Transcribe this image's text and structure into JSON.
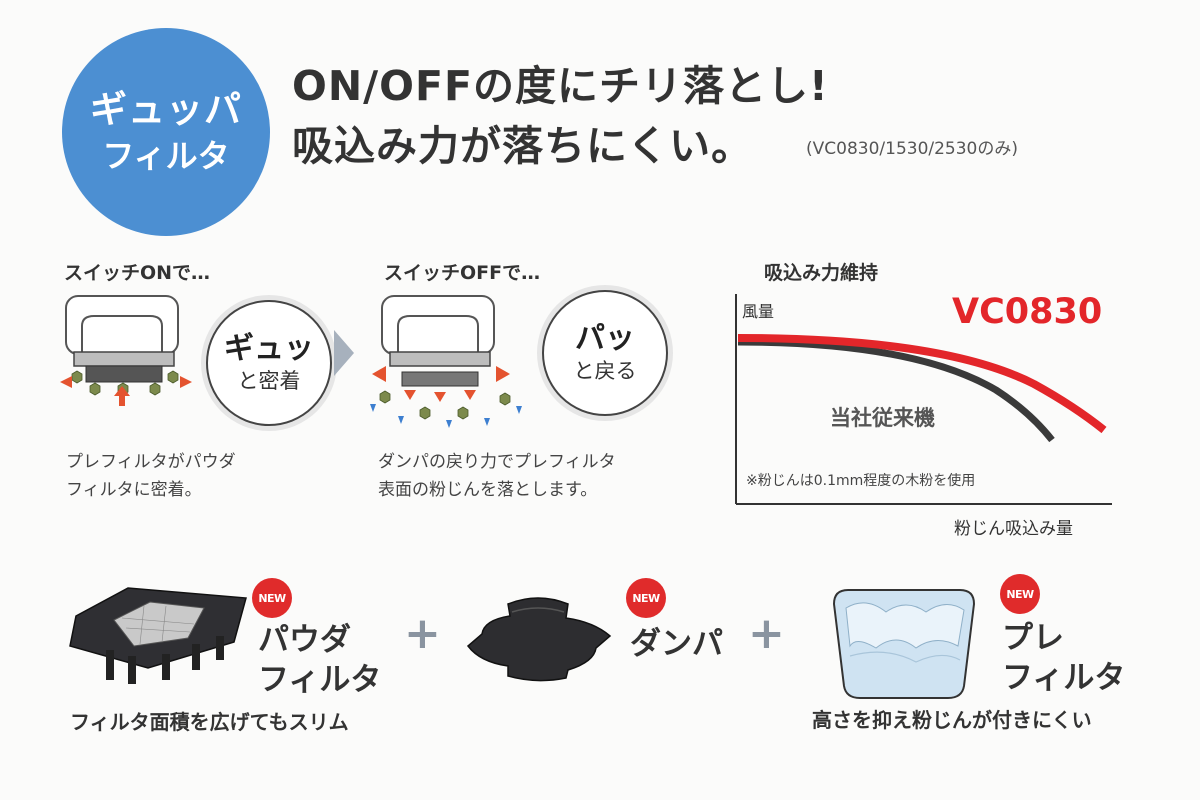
{
  "badge": {
    "line1": "ギュッパ",
    "line2": "フィルタ"
  },
  "headline": {
    "line1": "ON/OFFの度にチリ落とし!",
    "line2": "吸込み力が落ちにくい。",
    "models_note": "(VC0830/1530/2530のみ)"
  },
  "step_on": {
    "title": "スイッチONで…",
    "circle_big": "ギュッ",
    "circle_small": "と密着",
    "desc_line1": "プレフィルタがパウダ",
    "desc_line2": "フィルタに密着。"
  },
  "step_off": {
    "title": "スイッチOFFで…",
    "circle_big": "パッ",
    "circle_small": "と戻る",
    "desc_line1": "ダンパの戻り力でプレフィルタ",
    "desc_line2": "表面の粉じんを落とします。"
  },
  "chart": {
    "title": "吸込み力維持",
    "ylabel": "風量",
    "xlabel": "粉じん吸込み量",
    "series_new": "VC0830",
    "series_old": "当社従来機",
    "note": "※粉じんは0.1mm程度の木粉を使用",
    "colors": {
      "new": "#e3262a",
      "old": "#3a3a3a"
    }
  },
  "parts": {
    "new_label": "NEW",
    "powder": {
      "name_line1": "パウダ",
      "name_line2": "フィルタ",
      "desc": "フィルタ面積を広げてもスリム"
    },
    "plus": "+",
    "damper": {
      "name": "ダンパ"
    },
    "prefilter": {
      "name_line1": "プレ",
      "name_line2": "フィルタ",
      "desc": "高さを抑え粉じんが付きにくい"
    }
  }
}
